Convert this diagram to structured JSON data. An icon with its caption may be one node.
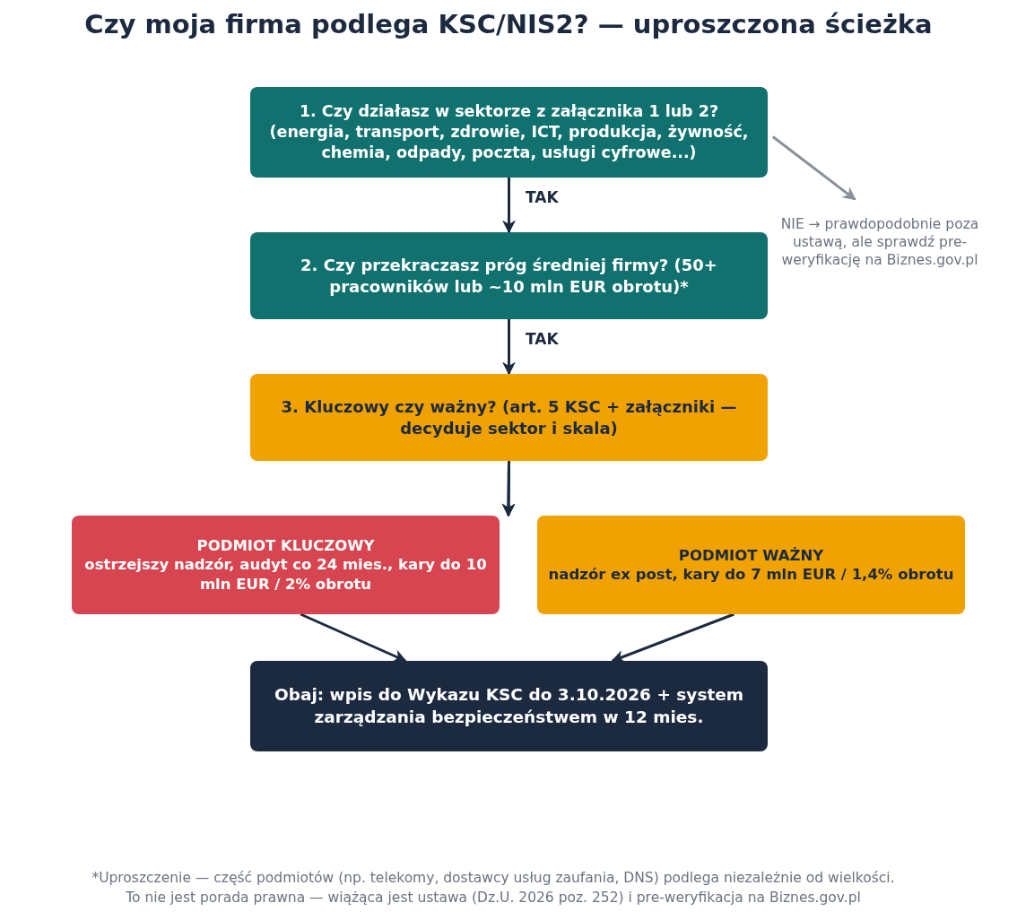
{
  "diagram": {
    "title": "Czy moja firma podlega KSC/NIS2? — uproszczona ścieżka",
    "nodes": [
      {
        "text": [
          "1. Czy działasz w sektorze z załącznika 1 lub 2? (energia, transport, zdrowie, ICT, produkcja, żywność, chemia, odpady, poczta, usługi cyfrowe...)"
        ]
      },
      {
        "text": [
          "2. Czy przekraczasz próg średniej firmy? (50+ pracowników lub ~10 mln EUR obrotu)*"
        ]
      },
      {
        "text": [
          "3. Kluczowy czy ważny? (art. 5 KSC + załączniki — decyduje sektor i skala)"
        ]
      },
      {
        "text": [
          "PODMIOT KLUCZOWY",
          "ostrzejszy nadzór, audyt co 24 mies., kary do 10 mln EUR / 2% obrotu"
        ]
      },
      {
        "text": [
          "PODMIOT WAŻNY",
          "nadzór ex post, kary do 7 mln EUR / 1,4% obrotu"
        ]
      },
      {
        "text": [
          "Obaj: wpis do Wykazu KSC do 3.10.2026 + system zarządzania bezpieczeństwem w 12 mies."
        ]
      },
      {
        "text": [
          "NIE → prawdopodobnie poza ustawą, ale sprawdź pre-weryfikację na Biznes.gov.pl"
        ]
      }
    ],
    "edges": [
      {
        "from": 0,
        "to": 1,
        "arrow": "to",
        "label": "TAK"
      },
      {
        "from": 1,
        "to": 2,
        "arrow": "to",
        "label": "TAK"
      },
      {
        "from": 2,
        "to": 3,
        "arrow": "to"
      },
      {
        "from": 2,
        "to": 4,
        "arrow": "to"
      },
      {
        "from": 3,
        "to": 5,
        "arrow": "to"
      },
      {
        "from": 4,
        "to": 5,
        "arrow": "to"
      },
      {
        "from": 0,
        "to": 6,
        "arrow": "to",
        "color": "#8a9099"
      }
    ],
    "labels": [
      "*Uproszczenie — część podmiotów (np. telekomy, dostawcy usług zaufania, DNS) podlega niezależnie od wielkości.",
      "To nie jest porada prawna — wiążąca jest ustawa (Dz.U. 2026 poz. 252) i pre-weryfikacja na Biznes.gov.pl"
    ]
  }
}
